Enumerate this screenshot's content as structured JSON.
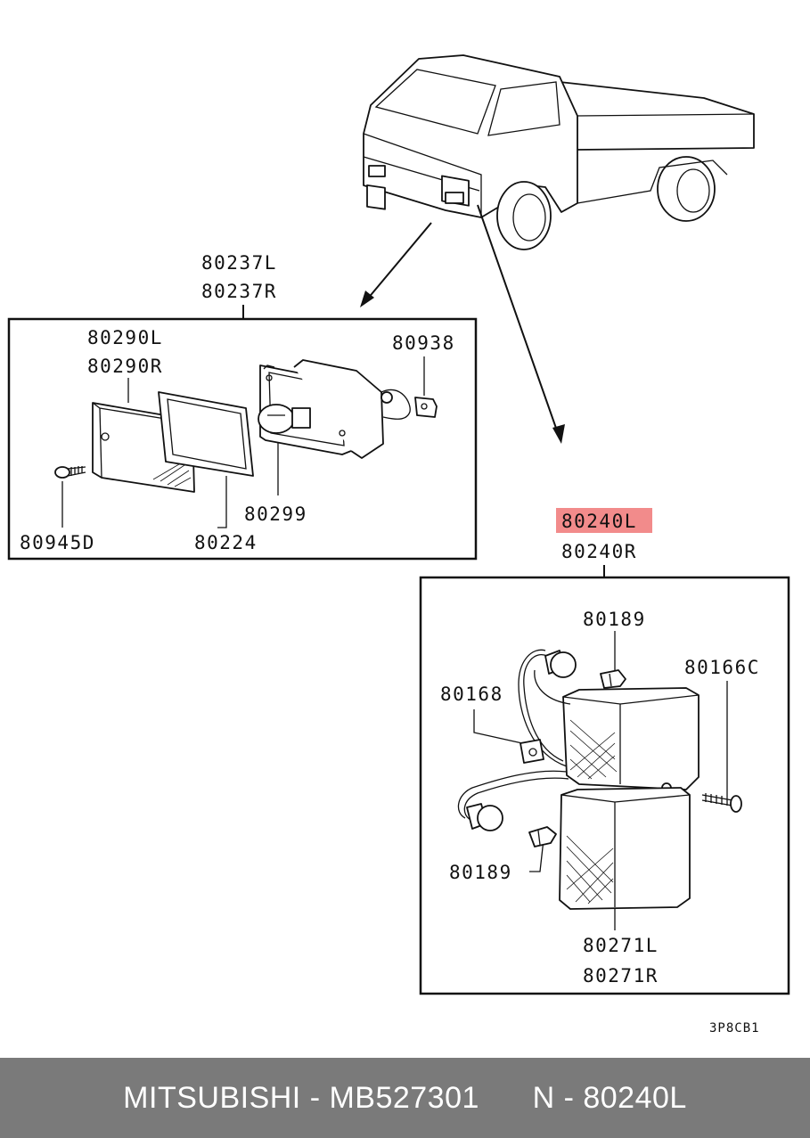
{
  "labels": {
    "upper_assembly_l": "80237L",
    "upper_assembly_r": "80237R",
    "lens_l": "80290L",
    "lens_r": "80290R",
    "clip_upper": "80938",
    "bulb_upper": "80299",
    "screw_upper": "80945D",
    "gasket": "80224",
    "lower_assembly_l": "80240L",
    "lower_assembly_r": "80240R",
    "bulb_top": "80189",
    "screw_lower": "80166C",
    "clip_lower": "80168",
    "bulb_bottom": "80189",
    "lens_lower_l": "80271L",
    "lens_lower_r": "80271R"
  },
  "highlight_color": "#f28b8b",
  "diagram_code": "3P8CB1",
  "footer": {
    "text": "MITSUBISHI - MB527301      N - 80240L",
    "background": "#7a7a7a"
  }
}
